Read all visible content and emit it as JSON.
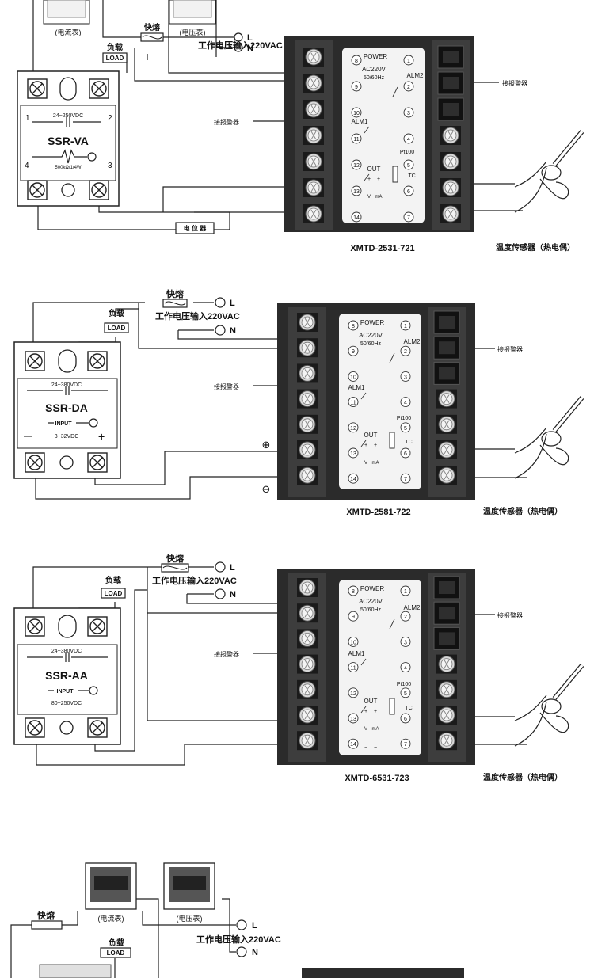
{
  "section1": {
    "ammeter": "(电流表)",
    "voltmeter": "(电压表)",
    "fuse": "快熔",
    "supply": "工作电压输入220VAC",
    "phase": "L",
    "neutral": "N",
    "load_title": "负载",
    "load": "LOAD",
    "ssr_range": "24~250VDC",
    "ssr_model": "SSR-VA",
    "ssr_pot": "500kΩ/1/4W",
    "t1": "1",
    "t2": "2",
    "t3": "3",
    "t4": "4",
    "pot_box": "电 位 器",
    "alarm": "接报警器",
    "model": "XMTD-2531-721",
    "sensor": "温度传感器（热电偶）"
  },
  "section2": {
    "fuse": "快熔",
    "supply": "工作电压输入220VAC",
    "phase": "L",
    "neutral": "N",
    "load_title": "负载",
    "load": "LOAD",
    "ssr_range": "24~380VDC",
    "ssr_model": "SSR-DA",
    "input": "INPUT",
    "ssr_input_range": "3~32VDC",
    "minus": "—",
    "plus": "+",
    "pos_terminal": "⊕",
    "neg_terminal": "⊖",
    "alarm": "接报警器",
    "model": "XMTD-2581-722",
    "sensor": "温度传感器（热电偶）"
  },
  "section3": {
    "fuse": "快熔",
    "supply": "工作电压输入220VAC",
    "phase": "L",
    "neutral": "N",
    "load_title": "负载",
    "load": "LOAD",
    "ssr_range": "24~380VDC",
    "ssr_model": "SSR-AA",
    "input": "INPUT",
    "ssr_input_range": "80~250VDC",
    "alarm": "接报警器",
    "model": "XMTD-6531-723",
    "sensor": "温度传感器（热电偶）"
  },
  "section4": {
    "ammeter": "(电流表)",
    "voltmeter": "(电压表)",
    "fuse": "快熔",
    "supply": "工作电压输入220VAC",
    "phase": "L",
    "neutral": "N",
    "load_title": "负载",
    "load": "LOAD"
  },
  "panel": {
    "power": "POWER",
    "ac": "AC220V",
    "hz": "50/60Hz",
    "alm2": "ALM2",
    "alm1": "ALM1",
    "out": "OUT",
    "pt100": "Pt100",
    "tc": "TC",
    "v": "V",
    "ma": "mA",
    "plus": "+",
    "minus": "−",
    "n1": "1",
    "n2": "2",
    "n3": "3",
    "n4": "4",
    "n5": "5",
    "n6": "6",
    "n7": "7",
    "n8": "8",
    "n9": "9",
    "n10": "10",
    "n11": "11",
    "n12": "12",
    "n13": "13",
    "n14": "14"
  }
}
